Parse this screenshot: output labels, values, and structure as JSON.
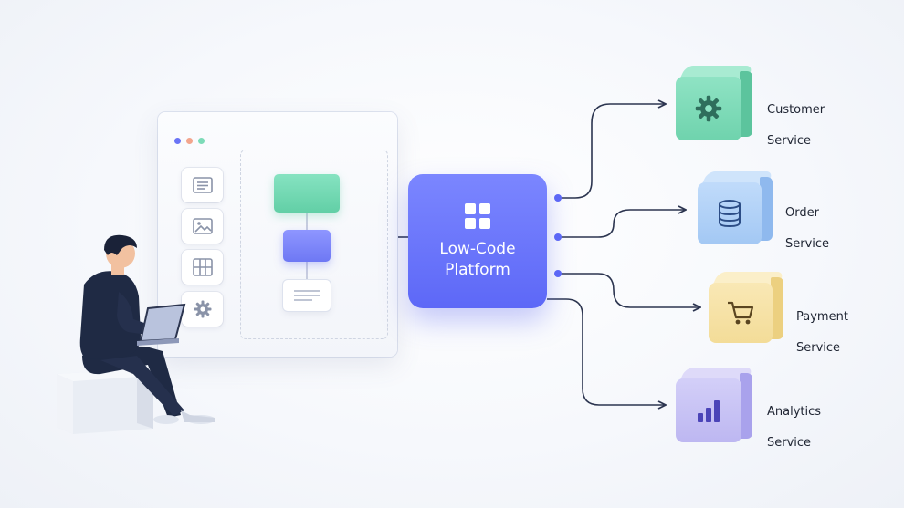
{
  "platform": {
    "label_line1": "Low-Code",
    "label_line2": "Platform",
    "icon": "grid-icon",
    "color": "#6470fb"
  },
  "services": [
    {
      "line1": "Customer",
      "line2": "Service",
      "icon": "gear-icon",
      "color": "#7ddbb8"
    },
    {
      "line1": "Order",
      "line2": "Service",
      "icon": "database-icon",
      "color": "#a9cdf7"
    },
    {
      "line1": "Payment",
      "line2": "Service",
      "icon": "cart-icon",
      "color": "#f6e2a3"
    },
    {
      "line1": "Analytics",
      "line2": "Service",
      "icon": "bar-chart-icon",
      "color": "#c8c3f4"
    }
  ],
  "builder": {
    "window_dots": [
      "#6a74f6",
      "#f3a58d",
      "#7ddbb8"
    ],
    "toolbox": [
      "list-icon",
      "image-icon",
      "table-icon",
      "gear-icon"
    ]
  }
}
